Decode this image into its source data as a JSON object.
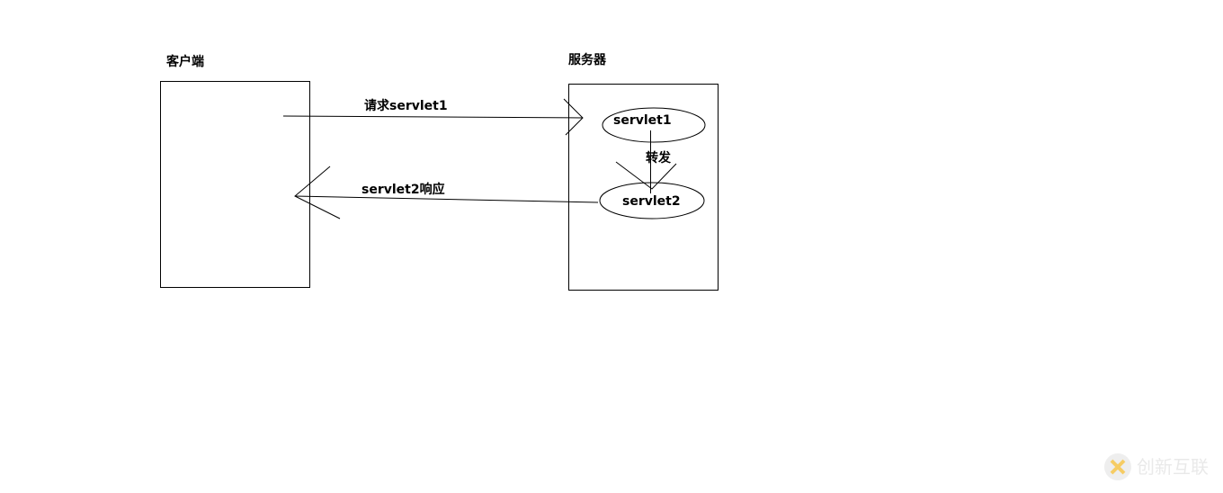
{
  "client": {
    "label": "客户端"
  },
  "server": {
    "label": "服务器"
  },
  "request_arrow": {
    "label": "请求servlet1"
  },
  "response_arrow": {
    "label": "servlet2响应"
  },
  "servlet1": {
    "label": "servlet1"
  },
  "servlet2": {
    "label": "servlet2"
  },
  "forward_arrow": {
    "label": "转发"
  },
  "watermark": {
    "text": "创新互联"
  }
}
